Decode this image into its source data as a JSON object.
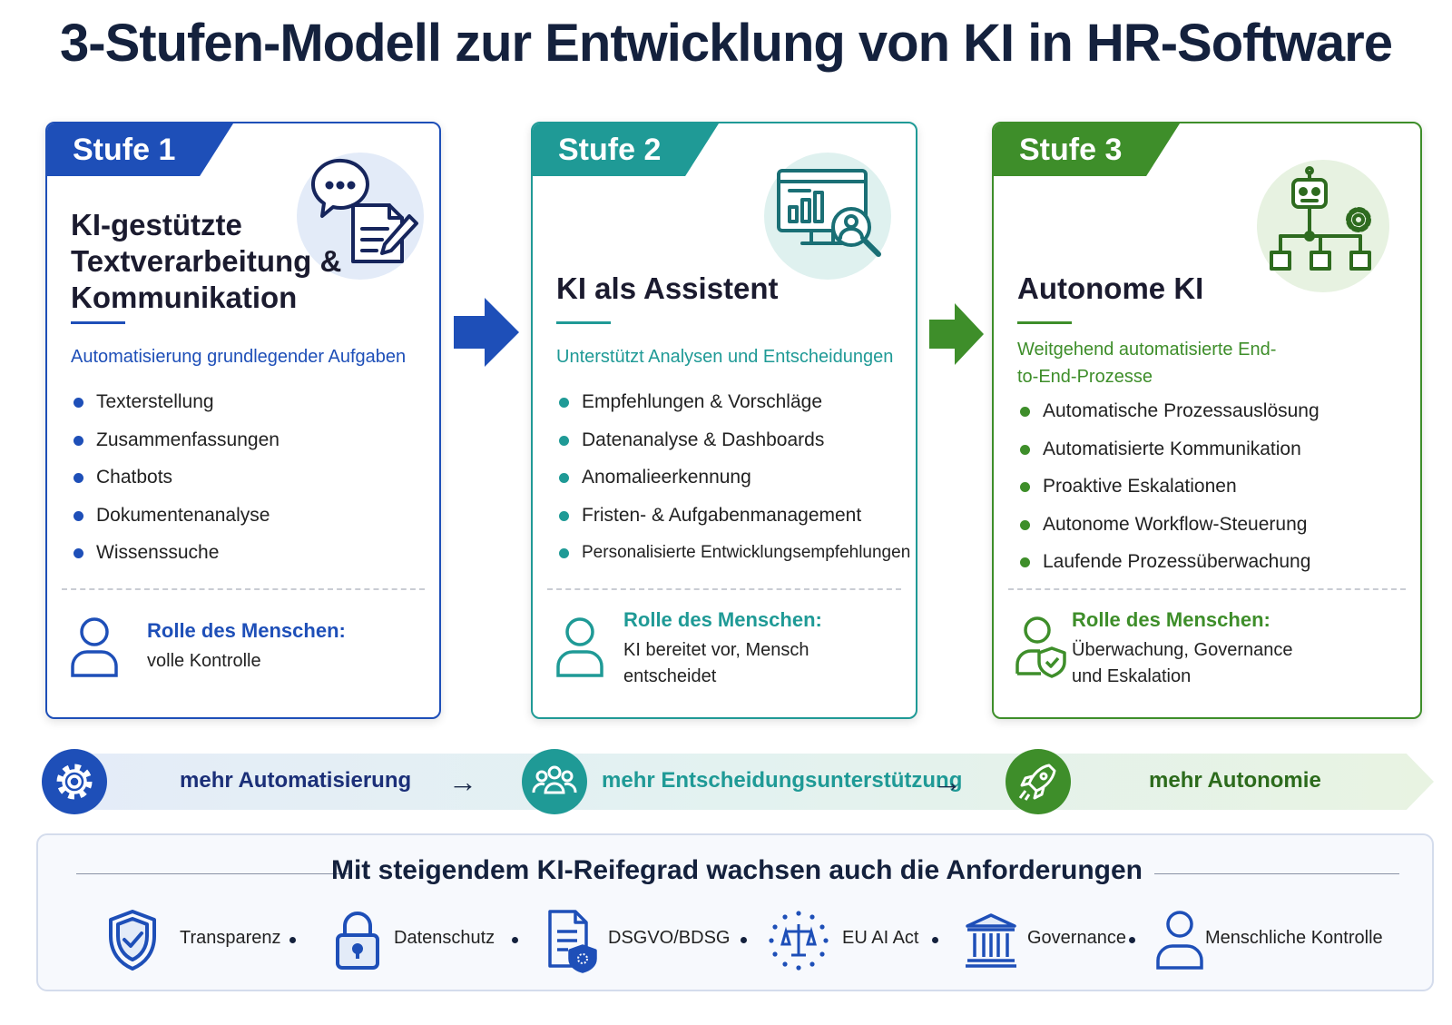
{
  "title": "3-Stufen-Modell zur Entwicklung von KI in HR-Software",
  "stages": [
    {
      "tab": "Stufe 1",
      "title": "KI-gestützte Textverarbeitung & Kommunikation",
      "subtitle": "Automatisierung grundlegender Aufgaben",
      "bullets": [
        "Texterstellung",
        "Zusammenfassungen",
        "Chatbots",
        "Dokumentenanalyse",
        "Wissenssuche"
      ],
      "role_heading": "Rolle des Menschen:",
      "role_text": "volle Kontrolle",
      "color": "#1e4fb8",
      "icon": "chat-document-icon"
    },
    {
      "tab": "Stufe 2",
      "title": "KI als Assistent",
      "subtitle": "Unterstützt Analysen und Entscheidungen",
      "bullets": [
        "Empfehlungen & Vorschläge",
        "Datenanalyse & Dashboards",
        "Anomalieerkennung",
        "Fristen- & Aufgabenmanagement",
        "Personalisierte Entwicklungsempfehlungen"
      ],
      "role_heading": "Rolle des Menschen:",
      "role_text": "KI bereitet vor, Mensch entscheidet",
      "color": "#1f9a96",
      "icon": "dashboard-search-icon"
    },
    {
      "tab": "Stufe 3",
      "title": "Autonome KI",
      "subtitle": "Weitgehend automatisierte End-to-End-Prozesse",
      "bullets": [
        "Automatische Prozessauslösung",
        "Automatisierte Kommunikation",
        "Proaktive Eskalationen",
        "Autonome Workflow-Steuerung",
        "Laufende Prozessüberwachung"
      ],
      "role_heading": "Rolle des Menschen:",
      "role_text": "Überwachung, Governance und Eskalation",
      "color": "#3e8e2a",
      "icon": "robot-workflow-icon"
    }
  ],
  "progression": [
    {
      "label": "mehr Automatisierung",
      "icon": "gear-icon",
      "color": "#1e4fb8"
    },
    {
      "label": "mehr Entscheidungsunterstützung",
      "icon": "people-icon",
      "color": "#1f9a96"
    },
    {
      "label": "mehr Autonomie",
      "icon": "rocket-icon",
      "color": "#3e8e2a"
    }
  ],
  "progression_arrow": "→",
  "requirements": {
    "title": "Mit steigendem KI-Reifegrad wachsen auch die Anforderungen",
    "items": [
      {
        "label": "Transparenz",
        "icon": "shield-check-icon"
      },
      {
        "label": "Datenschutz",
        "icon": "lock-icon"
      },
      {
        "label": "DSGVO/BDSG",
        "icon": "document-shield-icon"
      },
      {
        "label": "EU AI Act",
        "icon": "eu-scales-icon"
      },
      {
        "label": "Governance",
        "icon": "institution-icon"
      },
      {
        "label": "Menschliche Kontrolle",
        "icon": "person-icon"
      }
    ]
  }
}
